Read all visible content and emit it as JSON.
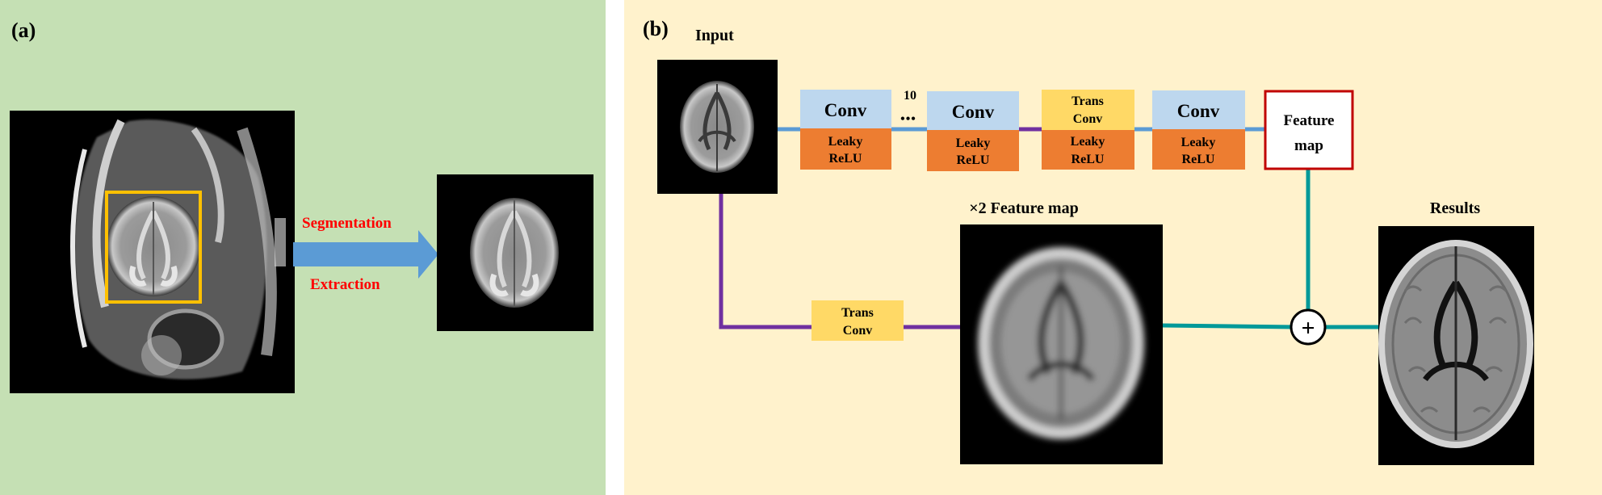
{
  "panel_a": {
    "label": "(a)",
    "step_top": "Segmentation",
    "step_bottom": "Extraction",
    "colors": {
      "background": "#c5e0b4",
      "roi_box": "#ffc000",
      "text": "#ff0000",
      "arrow": "#5b9bd5"
    }
  },
  "panel_b": {
    "label": "(b)",
    "input_label": "Input",
    "blocks": [
      {
        "top": "Conv",
        "bottom_line1": "Leaky",
        "bottom_line2": "ReLU"
      },
      {
        "top": "Conv",
        "bottom_line1": "Leaky",
        "bottom_line2": "ReLU"
      },
      {
        "top_line1": "Trans",
        "top_line2": "Conv",
        "bottom_line1": "Leaky",
        "bottom_line2": "ReLU"
      },
      {
        "top": "Conv",
        "bottom_line1": "Leaky",
        "bottom_line2": "ReLU"
      }
    ],
    "repeat_count": "10",
    "ellipsis": "•••",
    "feature_map_line1": "Feature",
    "feature_map_line2": "map",
    "upsample_line1": "Trans",
    "upsample_line2": "Conv",
    "scaled_label": "×2  Feature map",
    "results_label": "Results",
    "add_symbol": "+",
    "colors": {
      "background": "#fff2cc",
      "conv": "#bdd7ee",
      "activation": "#ed7d31",
      "trans_conv": "#ffd966",
      "feature_map_border": "#c00000",
      "line_main": "#5b9bd5",
      "line_skip": "#7030a0",
      "line_result": "#009999"
    }
  }
}
